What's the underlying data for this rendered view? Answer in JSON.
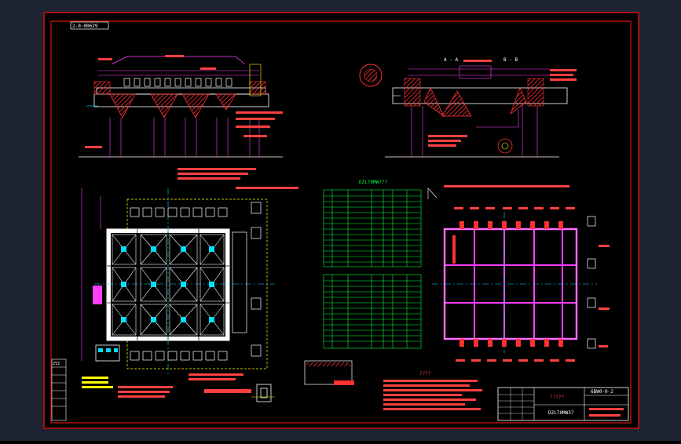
{
  "drawing": {
    "sheet_tag": "2-0-00629",
    "section_a": "A - A",
    "section_b": "B - B",
    "table_title": "DZL70MW???",
    "title_block_code": "6BW0-0-2",
    "title_block_name": "DZL70MW37",
    "title_block_mark": "?????",
    "notes_title": "????",
    "left_label": "ZYZ",
    "colors": {
      "background": "#000000",
      "border": "#e01010",
      "hatch": "#ff3030",
      "dimension": "#ff40ff",
      "centerline": "#00e0ff",
      "table": "#00ff40",
      "geometry": "#ffffff",
      "label": "#ffff00"
    }
  }
}
